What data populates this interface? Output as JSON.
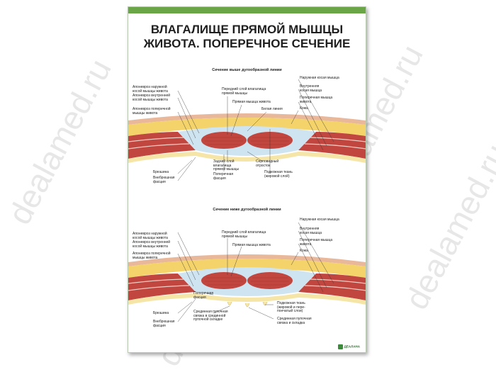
{
  "title": {
    "line1": "ВЛАГАЛИЩЕ ПРЯМОЙ МЫШЦЫ",
    "line2": "ЖИВОТА. ПОПЕРЕЧНОЕ СЕЧЕНИЕ"
  },
  "top_section": {
    "heading": "Сечение выше дугообразной линии",
    "labels": {
      "l1": "Апоневроз наружной\nкосой мышцы живота",
      "l2": "Апоневроз внутренней\nкосой мышцы живота",
      "l3": "Апоневроз поперечной\nмышцы живота",
      "l4": "Брюшина",
      "l5": "Внебрюшная\nфасция",
      "c1": "Передний слой влагалища\nпрямой мышцы",
      "c2": "Прямая мышца живота",
      "c3": "Белая линия",
      "c4": "Задний слой\nвлагалища\nпрямой мышцы",
      "c5": "Поперечная\nфасция",
      "c6": "Серповидный\nотросток",
      "c7": "Подкожная ткань\n(жировой слой)",
      "r1": "Наружная косая мышца",
      "r2": "Внутренняя\nкосая мышца",
      "r3": "Поперечная мышца\nживота",
      "r4": "Кожа"
    }
  },
  "bottom_section": {
    "heading": "Сечение ниже дугообразной линии",
    "labels": {
      "l1": "Апоневроз наружной\nкосой мышцы живота",
      "l2": "Апоневроз внутренней\nкосой мышцы живота",
      "l3": "Апоневроз поперечной\nмышцы живота",
      "l4": "Брюшина",
      "l5": "Внебрюшная\nфасция",
      "c1": "Передний слой влагалища\nпрямой мышцы",
      "c2": "Прямая мышца живота",
      "c3": "Поперечная\nфасция",
      "c4": "Срединная пупочная\nсвязка в срединной\nпупочной складке",
      "c5": "Подкожная ткань\n(жировой и пере-\nпончатый слои)",
      "c6": "Срединная пупочная\nсвязка и складка",
      "r1": "Наружная косая мышца",
      "r2": "Внутренняя\nкосая мышца",
      "r3": "Поперечная мышца\nживота",
      "r4": "Кожа"
    }
  },
  "logo": "ДЕАЛАНА",
  "watermark": "dealamed.ru",
  "colors": {
    "muscle": "#c0463f",
    "fat": "#f3d36a",
    "fascia": "#cfe4f1",
    "skin": "#e9b79a",
    "accent": "#6aa548"
  }
}
